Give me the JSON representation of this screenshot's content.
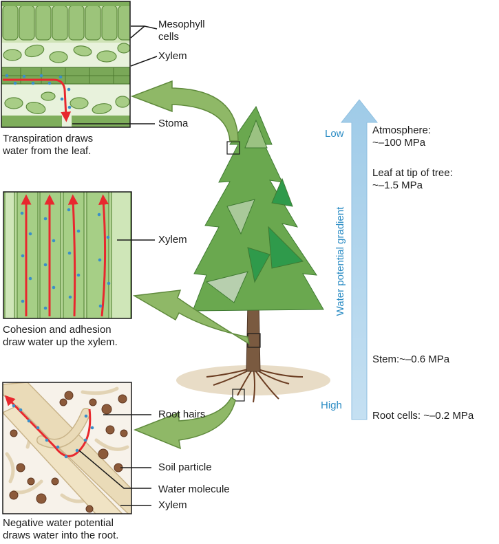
{
  "panels": {
    "leaf": {
      "labels": {
        "mesophyll": "Mesophyll\ncells",
        "xylem": "Xylem",
        "stoma": "Stoma"
      },
      "caption": "Transpiration draws\nwater from the leaf."
    },
    "stem": {
      "labels": {
        "xylem": "Xylem"
      },
      "caption": "Cohesion and adhesion\ndraw water up the xylem."
    },
    "root": {
      "labels": {
        "root_hairs": "Root hairs",
        "soil_particle": "Soil particle",
        "water_molecule": "Water molecule",
        "xylem": "Xylem"
      },
      "caption": "Negative water potential\ndraws water into the root."
    }
  },
  "gradient": {
    "axis_label": "Water potential gradient",
    "low": "Low",
    "high": "High",
    "levels": [
      {
        "text": "Atmosphere:\n~–100 MPa"
      },
      {
        "text": "Leaf at tip of tree:\n~–1.5 MPa"
      },
      {
        "text": "Stem:~–0.6 MPa"
      },
      {
        "text": "Root cells: ~–0.2 MPa"
      }
    ]
  },
  "colors": {
    "arrow_blue": "#a9d0ea",
    "text_blue": "#2b8cc4",
    "callout_green": "#8fb867",
    "xylem_red": "#e8282e",
    "molecule_blue": "#3a8fc9"
  }
}
